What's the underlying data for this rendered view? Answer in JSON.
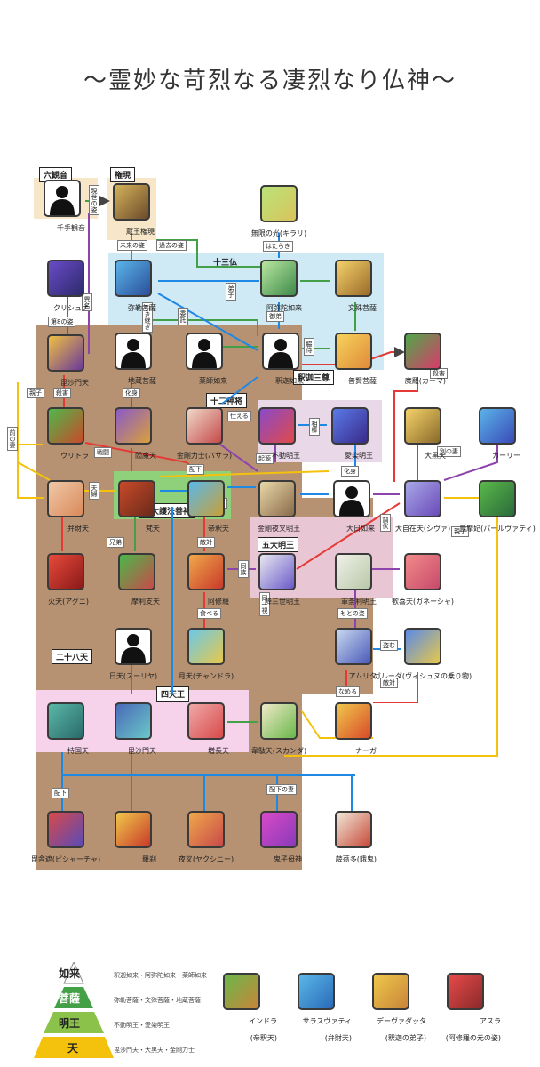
{
  "title": "〜霊妙な苛烈なる凄烈なり仏神〜",
  "colors": {
    "red": "#e53935",
    "blue": "#1e88e5",
    "green": "#43a047",
    "purple": "#8e44ad",
    "yellow": "#f4c20d",
    "dark": "#222222"
  },
  "regions": [
    {
      "id": "juusanbutsu",
      "label": "十三仏"
    },
    {
      "id": "shakasanzon",
      "label": "釈迦三尊"
    },
    {
      "id": "juunishinsho",
      "label": "十二神将"
    },
    {
      "id": "nidaigohouzenshin",
      "label": "二大護法善神"
    },
    {
      "id": "godaimyouou",
      "label": "五大明王"
    },
    {
      "id": "nijuuhachibushu",
      "label": "二十八天"
    },
    {
      "id": "shitennou",
      "label": "四天王"
    },
    {
      "id": "rokukannon",
      "label": "六観音"
    },
    {
      "id": "gongen",
      "label": "権現"
    }
  ],
  "nodes": [
    {
      "id": "senju",
      "label": "千手観音",
      "icon": "silhouette"
    },
    {
      "id": "zaou",
      "label": "蔵王権現",
      "icon": "portrait"
    },
    {
      "id": "kirari",
      "label": "無限の光(キラリ)",
      "icon": "portrait"
    },
    {
      "id": "krishna",
      "label": "クリシュナ",
      "icon": "portrait"
    },
    {
      "id": "mirok",
      "label": "弥勒菩薩",
      "icon": "portrait"
    },
    {
      "id": "amida",
      "label": "阿弥陀如来",
      "icon": "portrait"
    },
    {
      "id": "monju",
      "label": "文殊菩薩",
      "icon": "portrait"
    },
    {
      "id": "jizou",
      "label": "地蔵菩薩",
      "icon": "silhouette"
    },
    {
      "id": "yakushi",
      "label": "薬師如来",
      "icon": "silhouette"
    },
    {
      "id": "shaka",
      "label": "釈迦如来",
      "icon": "silhouette"
    },
    {
      "id": "fugen",
      "label": "普賢菩薩",
      "icon": "portrait"
    },
    {
      "id": "bishamonA",
      "label": "毘沙門天",
      "icon": "portrait"
    },
    {
      "id": "mara",
      "label": "魔羅(カーマ)",
      "icon": "portrait"
    },
    {
      "id": "urutora",
      "label": "ウリトラ",
      "icon": "portrait"
    },
    {
      "id": "enma",
      "label": "閻魔天",
      "icon": "portrait"
    },
    {
      "id": "kongo",
      "label": "金剛力士(バサラ)",
      "icon": "portrait"
    },
    {
      "id": "fudou",
      "label": "不動明王",
      "icon": "portrait"
    },
    {
      "id": "aizen",
      "label": "愛染明王",
      "icon": "portrait"
    },
    {
      "id": "daikoku",
      "label": "大黒天",
      "icon": "portrait"
    },
    {
      "id": "kali",
      "label": "カーリー",
      "icon": "portrait"
    },
    {
      "id": "benzai",
      "label": "弁財天",
      "icon": "portrait"
    },
    {
      "id": "bonten",
      "label": "梵天",
      "icon": "portrait"
    },
    {
      "id": "taishaku",
      "label": "帝釈天",
      "icon": "portrait"
    },
    {
      "id": "kongoyasha",
      "label": "金剛夜叉明王",
      "icon": "portrait"
    },
    {
      "id": "dainichi",
      "label": "大日如来",
      "icon": "silhouette"
    },
    {
      "id": "daijizai",
      "label": "大自在天(シヴァ)",
      "icon": "portrait"
    },
    {
      "id": "uma",
      "label": "烏摩妃(パールヴァティ)",
      "icon": "portrait"
    },
    {
      "id": "katen",
      "label": "火天(アグニ)",
      "icon": "portrait"
    },
    {
      "id": "marishi",
      "label": "摩利支天",
      "icon": "portrait"
    },
    {
      "id": "ashura",
      "label": "阿修羅",
      "icon": "portrait"
    },
    {
      "id": "gouzanze",
      "label": "降三世明王",
      "icon": "portrait"
    },
    {
      "id": "gundari",
      "label": "軍荼利明王",
      "icon": "portrait"
    },
    {
      "id": "kangi",
      "label": "歓喜天(ガネーシャ)",
      "icon": "portrait"
    },
    {
      "id": "nitten",
      "label": "日天(スーリヤ)",
      "icon": "silhouette"
    },
    {
      "id": "gatten",
      "label": "月天(チャンドラ)",
      "icon": "portrait"
    },
    {
      "id": "amrita",
      "label": "アムリタ",
      "icon": "portrait"
    },
    {
      "id": "garuda",
      "label": "ガルーダ(ヴィシュヌの乗り物)",
      "icon": "portrait"
    },
    {
      "id": "jikoku",
      "label": "持国天",
      "icon": "portrait"
    },
    {
      "id": "tamon",
      "label": "毘沙門天",
      "icon": "portrait"
    },
    {
      "id": "zouchou",
      "label": "増長天",
      "icon": "portrait"
    },
    {
      "id": "idaten",
      "label": "韋駄天(スカンダ)",
      "icon": "portrait"
    },
    {
      "id": "naga",
      "label": "ナーガ",
      "icon": "portrait"
    },
    {
      "id": "bishaja",
      "label": "毘舎遮(ピシャーチャ)",
      "icon": "portrait"
    },
    {
      "id": "rasetsu",
      "label": "羅刹",
      "icon": "portrait"
    },
    {
      "id": "yasha",
      "label": "夜叉(ヤクシニー)",
      "icon": "portrait"
    },
    {
      "id": "kishimo",
      "label": "鬼子母神",
      "icon": "portrait"
    },
    {
      "id": "heiran",
      "label": "薜茘多(餓鬼)",
      "icon": "portrait"
    }
  ],
  "edge_labels": [
    "現世の姿",
    "過去の姿",
    "未来の姿",
    "はたらき",
    "異名",
    "弟子",
    "引き継ぎ",
    "委託",
    "御弟",
    "脇侍",
    "第8の姿",
    "親子",
    "殺害",
    "化身",
    "仕える",
    "相棒",
    "起源",
    "敗北",
    "戦闘",
    "化身",
    "配下",
    "夫婦",
    "前の妻",
    "別の妻",
    "殺害",
    "敵対",
    "食べる",
    "同一視",
    "同族",
    "もとの姿",
    "盗む",
    "敵対",
    "なめる",
    "配下の妻",
    "親子",
    "兄弟",
    "調伏",
    "配下"
  ],
  "legend": {
    "tiers": [
      {
        "name": "如来",
        "desc": "釈迦如来・阿弥陀如来・薬師如来"
      },
      {
        "name": "菩薩",
        "desc": "弥勒菩薩・文殊菩薩・地蔵菩薩"
      },
      {
        "name": "明王",
        "desc": "不動明王・愛染明王"
      },
      {
        "name": "天",
        "desc": "毘沙門天・大黒天・金剛力士"
      }
    ],
    "characters": [
      {
        "name": "インドラ",
        "sub": "(帝釈天)"
      },
      {
        "name": "サラスヴァティ",
        "sub": "(弁財天)"
      },
      {
        "name": "デーヴァダッタ",
        "sub": "(釈迦の弟子)"
      },
      {
        "name": "アスラ",
        "sub": "(阿修羅の元の姿)"
      }
    ]
  }
}
